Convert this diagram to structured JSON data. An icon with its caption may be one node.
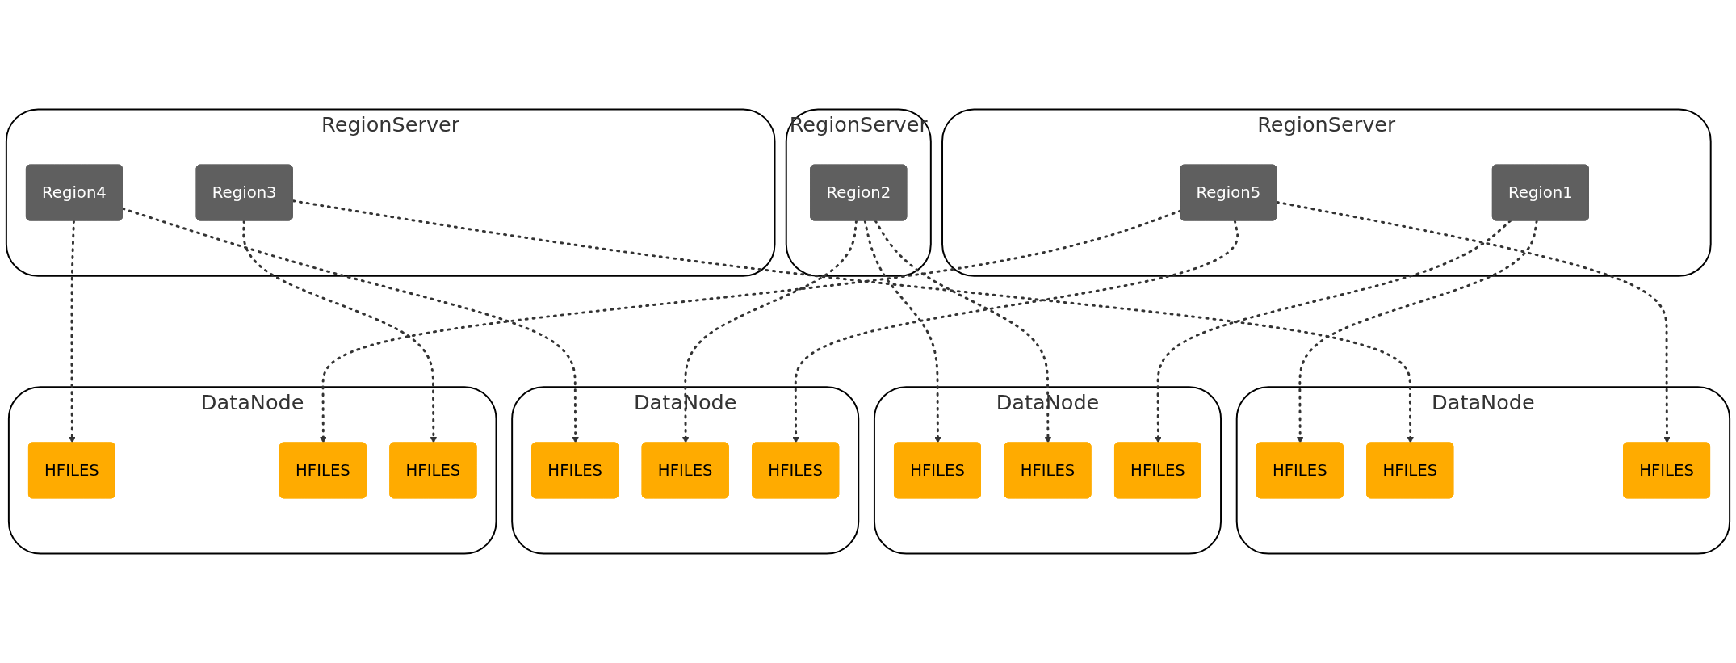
{
  "diagram": {
    "nodes": [
      {
        "text": [
          "RegionServer"
        ]
      },
      {
        "text": [
          "Region1"
        ],
        "in": 0
      },
      {
        "text": [
          "Region5"
        ],
        "in": 0
      },
      {
        "text": [
          "RegionServer"
        ]
      },
      {
        "text": [
          "Region2"
        ],
        "in": 3
      },
      {
        "text": [
          "RegionServer"
        ]
      },
      {
        "text": [
          "Region4"
        ],
        "in": 5
      },
      {
        "text": [
          "Region3"
        ],
        "in": 5
      },
      {
        "text": [
          "DataNode"
        ]
      },
      {
        "text": [
          "HFILES"
        ],
        "in": 8
      },
      {
        "text": [
          "HFILES"
        ],
        "in": 8
      },
      {
        "text": [
          "HFILES"
        ],
        "in": 8
      },
      {
        "text": [
          "DataNode"
        ]
      },
      {
        "text": [
          "HFILES"
        ],
        "in": 12
      },
      {
        "text": [
          "HFILES"
        ],
        "in": 12
      },
      {
        "text": [
          "HFILES"
        ],
        "in": 12
      },
      {
        "text": [
          "DataNode"
        ]
      },
      {
        "text": [
          "HFILES"
        ],
        "in": 16
      },
      {
        "text": [
          "HFILES"
        ],
        "in": 16
      },
      {
        "text": [
          "HFILES"
        ],
        "in": 16
      },
      {
        "text": [
          "DataNode"
        ]
      },
      {
        "text": [
          "HFILES"
        ],
        "in": 20
      },
      {
        "text": [
          "HFILES"
        ],
        "in": 20
      },
      {
        "text": [
          "HFILES"
        ],
        "in": 20
      }
    ],
    "edges": [
      {
        "from": 1,
        "to": 9,
        "arrow": "to",
        "style": "dashed"
      },
      {
        "from": 1,
        "to": 15,
        "arrow": "to",
        "style": "dashed"
      },
      {
        "from": 2,
        "to": 11,
        "arrow": "to",
        "style": "dashed"
      },
      {
        "from": 2,
        "to": 19,
        "arrow": "to",
        "style": "dashed"
      },
      {
        "from": 2,
        "to": 22,
        "arrow": "to",
        "style": "dashed"
      },
      {
        "from": 4,
        "to": 13,
        "arrow": "to",
        "style": "dashed"
      },
      {
        "from": 4,
        "to": 14,
        "arrow": "to",
        "style": "dashed"
      },
      {
        "from": 4,
        "to": 18,
        "arrow": "to",
        "style": "dashed"
      },
      {
        "from": 6,
        "to": 17,
        "arrow": "to",
        "style": "dashed"
      },
      {
        "from": 6,
        "to": 21,
        "arrow": "to",
        "style": "dashed"
      },
      {
        "from": 7,
        "to": 10,
        "arrow": "to",
        "style": "dashed"
      },
      {
        "from": 7,
        "to": 23,
        "arrow": "to",
        "style": "dashed"
      }
    ]
  }
}
